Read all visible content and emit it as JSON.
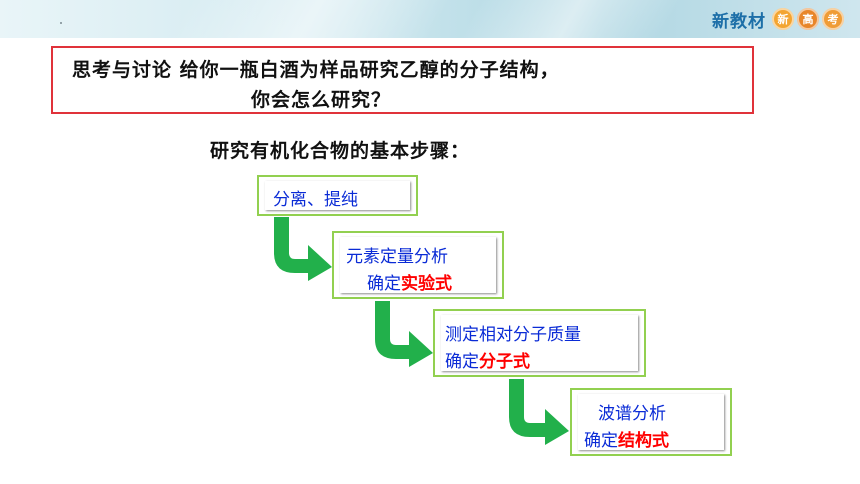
{
  "header": {
    "brand_text": "新教材",
    "badge1": "新",
    "badge2": "高",
    "badge3": "考",
    "colors": {
      "badge1": "#f3a531",
      "badge2": "#e8862a",
      "badge3": "#ef9c36"
    }
  },
  "question": {
    "line1": "思考与讨论  给你一瓶白酒为样品研究乙醇的分子结构，",
    "line2": "你会怎么研究？"
  },
  "steps_title": "研究有机化合物的基本步骤：",
  "steps": [
    {
      "line1": "分离、提纯"
    },
    {
      "line1": "元素定量分析",
      "line2_prefix": "确定",
      "line2_highlight": "实验式"
    },
    {
      "line1": "测定相对分子质量",
      "line2_prefix": "确定",
      "line2_highlight": "分子式"
    },
    {
      "line1": "波谱分析",
      "line2_prefix": "确定",
      "line2_highlight": "结构式"
    }
  ],
  "colors": {
    "step_border": "#92d050",
    "step_text": "#0a2bd6",
    "highlight": "#ff0000",
    "arrow": "#22b04b",
    "question_border": "#e0323a"
  }
}
